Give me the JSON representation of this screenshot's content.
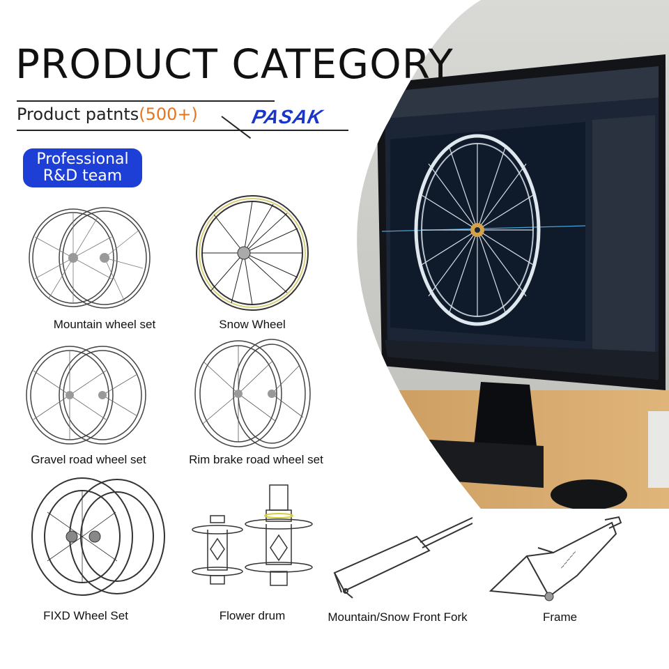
{
  "header": {
    "title": "PRODUCT CATEGORY",
    "subtitle_prefix": "Product patnts",
    "subtitle_count": "(500+)",
    "brand": "PASAK"
  },
  "badge": {
    "line1": "Professional",
    "line2": "R&D team"
  },
  "products": [
    {
      "label": "Mountain wheel set",
      "icon": "wheel-pair-icon"
    },
    {
      "label": "Snow Wheel",
      "icon": "snow-wheel-icon"
    },
    {
      "label": "Gravel road wheel set",
      "icon": "wheel-pair-icon"
    },
    {
      "label": "Rim brake road wheel set",
      "icon": "wheel-pair-icon"
    },
    {
      "label": "FIXD Wheel Set",
      "icon": "disc-wheel-pair-icon"
    },
    {
      "label": "Flower drum",
      "icon": "hub-icon"
    },
    {
      "label": "Mountain/Snow Front Fork",
      "icon": "fork-icon"
    },
    {
      "label": "Frame",
      "icon": "frame-icon"
    }
  ],
  "colors": {
    "brand_blue": "#1d3fd6",
    "accent_orange": "#e8741c",
    "screen_dark": "#0f1a2b"
  }
}
